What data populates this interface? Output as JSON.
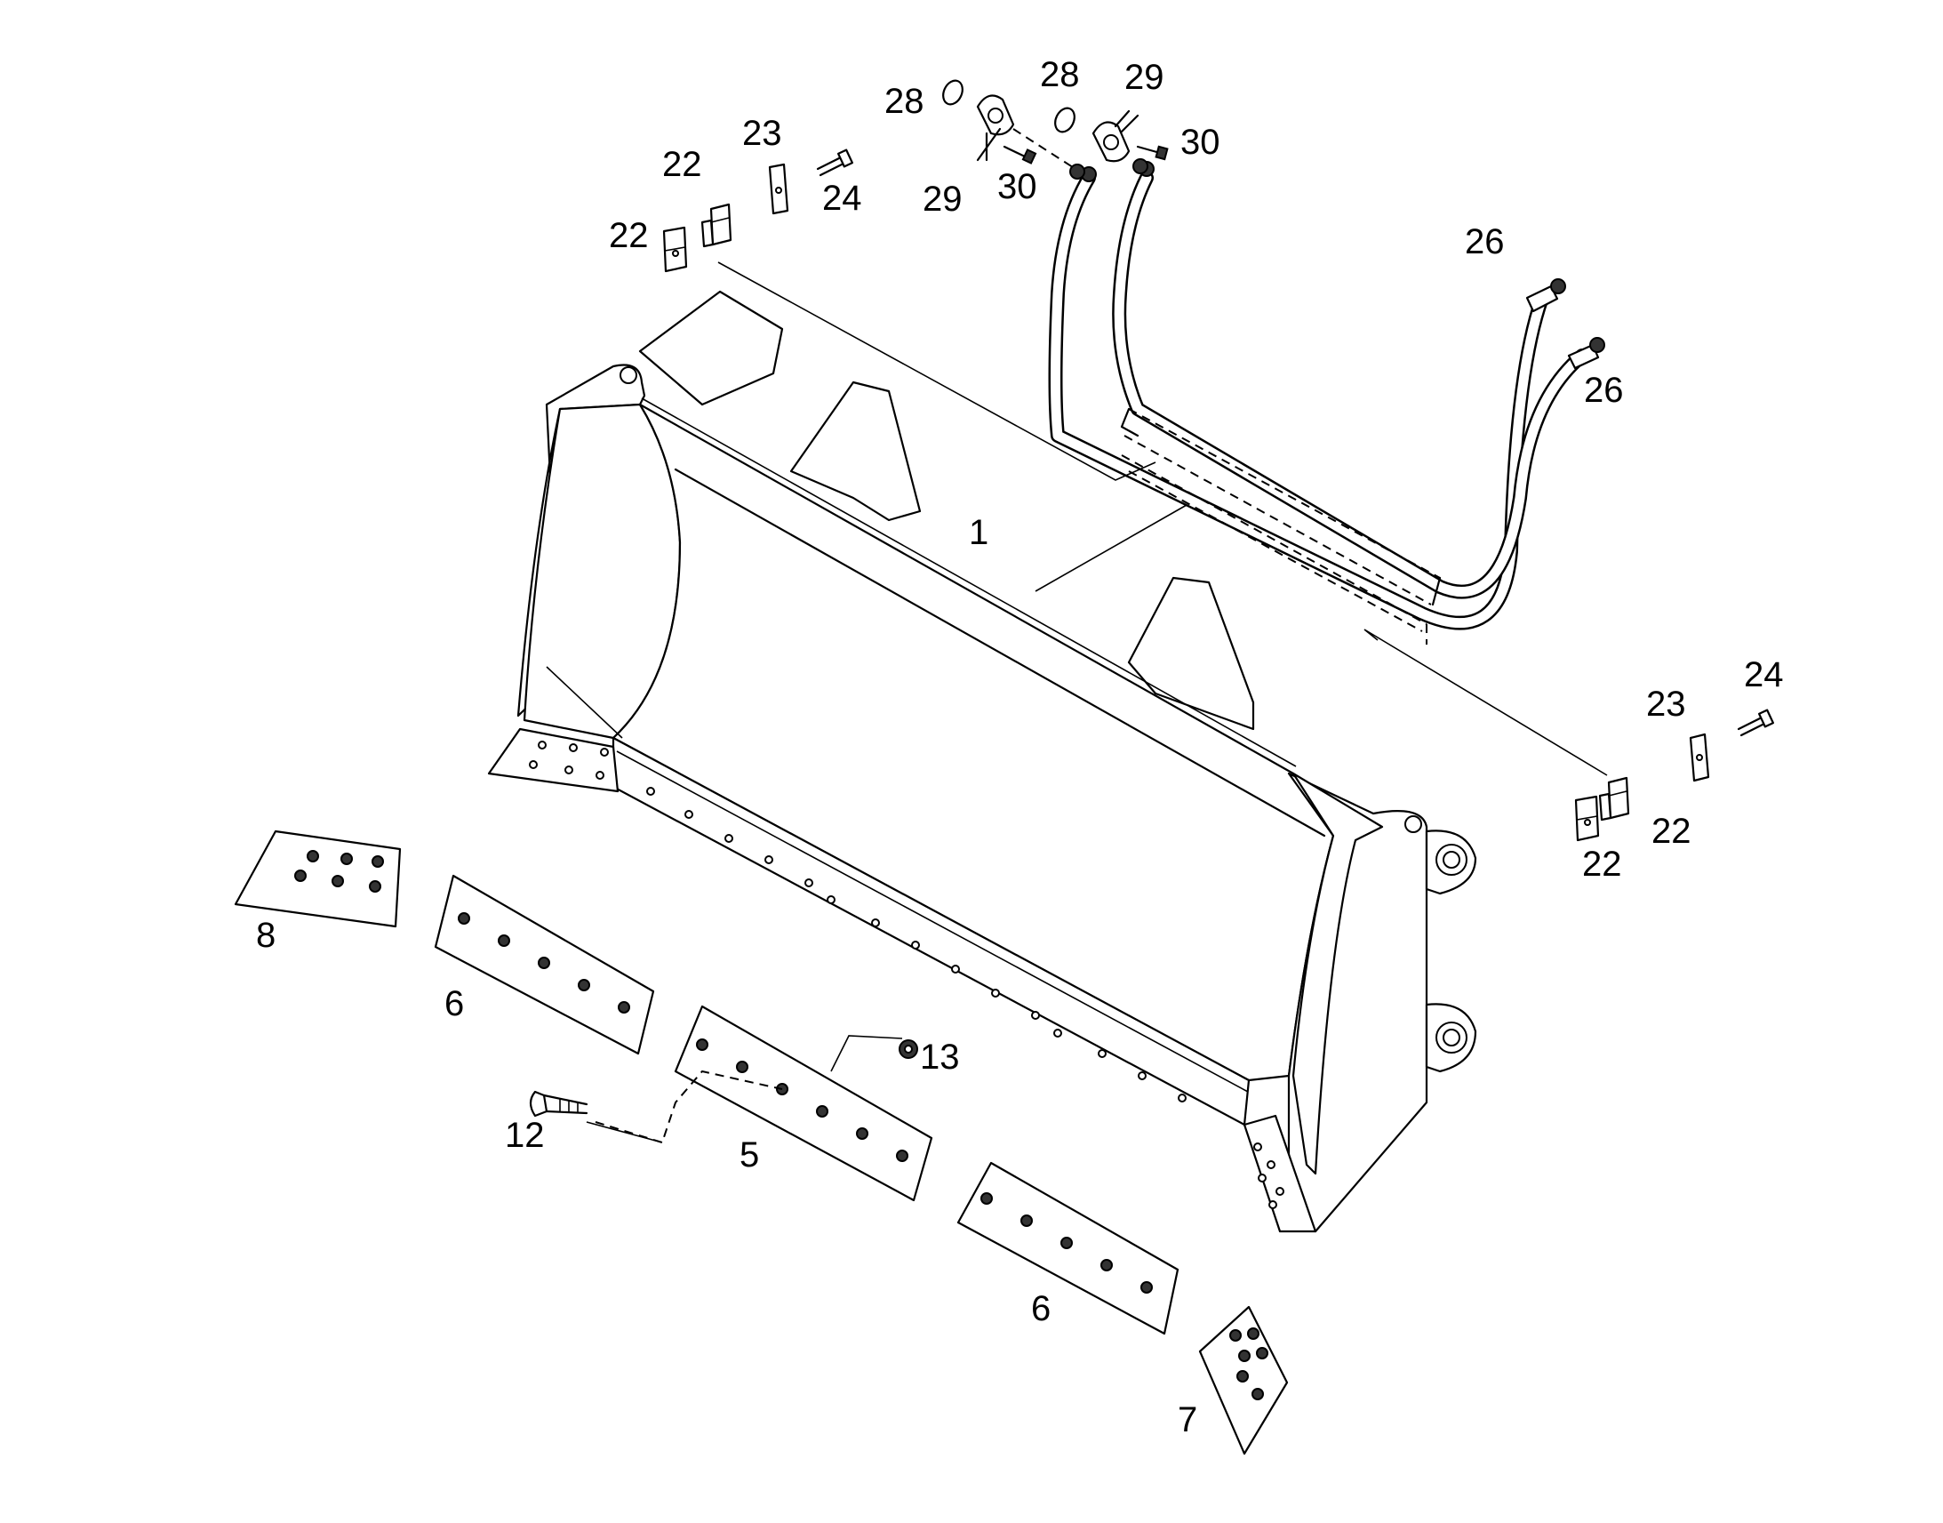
{
  "labels": {
    "p1": "1",
    "p5": "5",
    "p6a": "6",
    "p6b": "6",
    "p7": "7",
    "p8": "8",
    "p12": "12",
    "p13": "13",
    "p22a": "22",
    "p22b": "22",
    "p22c": "22",
    "p22d": "22",
    "p23a": "23",
    "p23b": "23",
    "p24a": "24",
    "p24b": "24",
    "p26a": "26",
    "p26b": "26",
    "p28a": "28",
    "p28b": "28",
    "p29a": "29",
    "p29b": "29",
    "p30a": "30",
    "p30b": "30"
  },
  "colors": {
    "line": "#000000",
    "background": "#ffffff"
  }
}
